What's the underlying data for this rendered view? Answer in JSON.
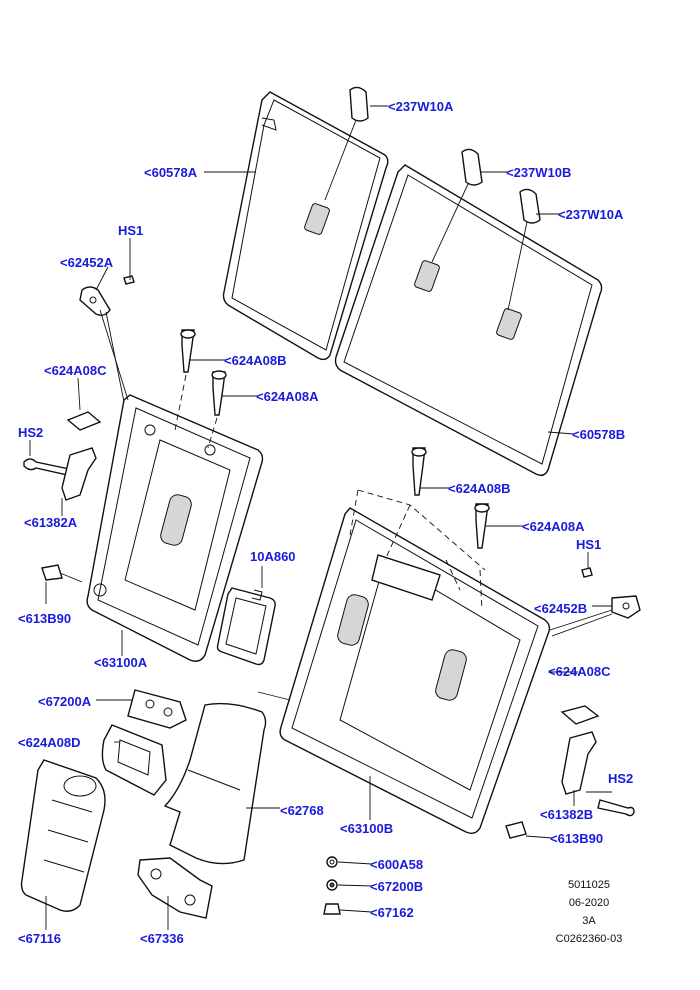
{
  "labels": {
    "l1": "<237W10A",
    "l2": "<60578A",
    "l3": "<237W10B",
    "l4": "<237W10A",
    "l5": "HS1",
    "l6": "<62452A",
    "l7": "<624A08B",
    "l8": "<624A08A",
    "l9": "<624A08C",
    "l10": "HS2",
    "l11": "<60578B",
    "l12": "<624A08B",
    "l13": "<61382A",
    "l14": "<624A08A",
    "l15": "HS1",
    "l16": "10A860",
    "l17": "<613B90",
    "l18": "<62452B",
    "l19": "<63100A",
    "l20": "<624A08C",
    "l21": "<67200A",
    "l22": "<624A08D",
    "l23": "HS2",
    "l24": "<62768",
    "l25": "<63100B",
    "l26": "<61382B",
    "l27": "<613B90",
    "l28": "<600A58",
    "l29": "<67200B",
    "l30": "<67162",
    "l31": "<67116",
    "l32": "<67336"
  },
  "meta": {
    "line1": "5011025",
    "line2": "06-2020",
    "line3": "3A",
    "line4": "C0262360-03"
  },
  "colors": {
    "label": "#1a1adc",
    "line": "#111111"
  }
}
